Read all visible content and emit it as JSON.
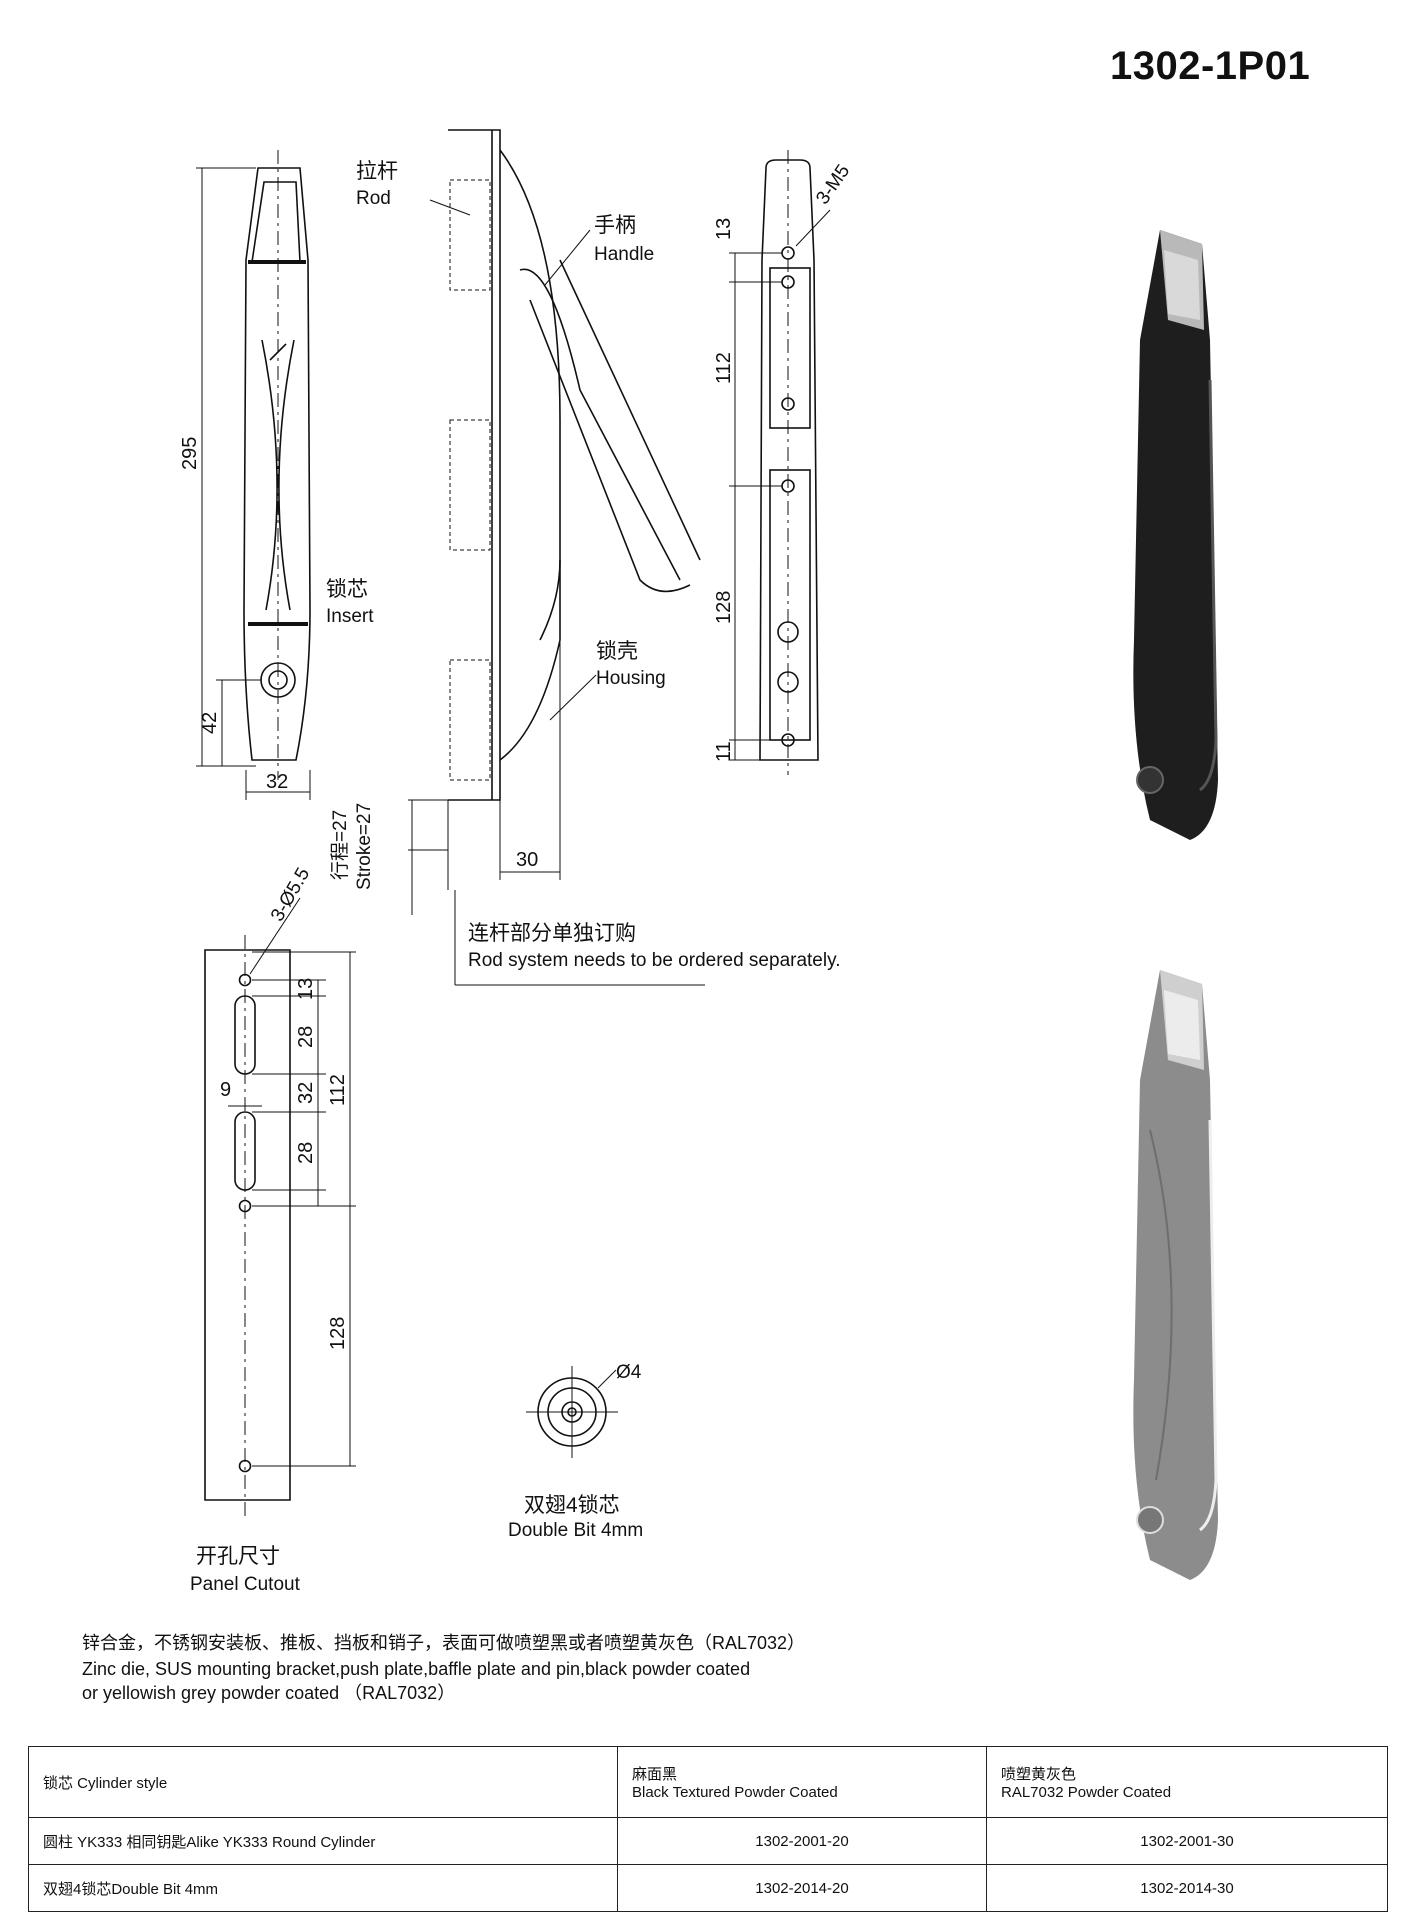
{
  "header": {
    "part_number": "1302-1P01"
  },
  "labels": {
    "rod_cn": "拉杆",
    "rod_en": "Rod",
    "handle_cn": "手柄",
    "handle_en": "Handle",
    "insert_cn": "锁芯",
    "insert_en": "Insert",
    "housing_cn": "锁壳",
    "housing_en": "Housing",
    "screws": "3-M5",
    "holes": "3-Ø5.5",
    "stroke_cn": "行程=27",
    "stroke_en": "Stroke=27",
    "rod_note_cn": "连杆部分单独订购",
    "rod_note_en": "Rod system needs to be ordered separately.",
    "cutout_cn": "开孔尺寸",
    "cutout_en": "Panel Cutout",
    "bit_dia": "Ø4",
    "bit_cn": "双翅4锁芯",
    "bit_en": "Double Bit 4mm"
  },
  "dimensions": {
    "front_height": "295",
    "front_lower": "42",
    "front_width": "32",
    "side_depth": "30",
    "back_13": "13",
    "back_112": "112",
    "back_128": "128",
    "back_11": "11",
    "cut_13": "13",
    "cut_28a": "28",
    "cut_32": "32",
    "cut_28b": "28",
    "cut_112": "112",
    "cut_9": "9",
    "cut_128": "128"
  },
  "material": {
    "line_cn": "锌合金，不锈钢安装板、推板、挡板和销子，表面可做喷塑黑或者喷塑黄灰色（RAL7032）",
    "line_en1": "Zinc die, SUS mounting bracket,push plate,baffle plate and pin,black powder coated",
    "line_en2": "or yellowish grey powder coated （RAL7032）"
  },
  "table": {
    "col1": "锁芯 Cylinder style",
    "col2_cn": "麻面黑",
    "col2_en": "Black Textured Powder Coated",
    "col3_cn": "喷塑黄灰色",
    "col3_en": "RAL7032 Powder Coated",
    "rows": [
      {
        "style": "圆柱 YK333 相同钥匙Alike YK333 Round Cylinder",
        "black": "1302-2001-20",
        "grey": "1302-2001-30"
      },
      {
        "style": "双翅4锁芯Double Bit 4mm",
        "black": "1302-2014-20",
        "grey": "1302-2014-30"
      }
    ]
  },
  "colors": {
    "black_finish": "#1e1e1e",
    "grey_finish": "#8c8c8c"
  }
}
